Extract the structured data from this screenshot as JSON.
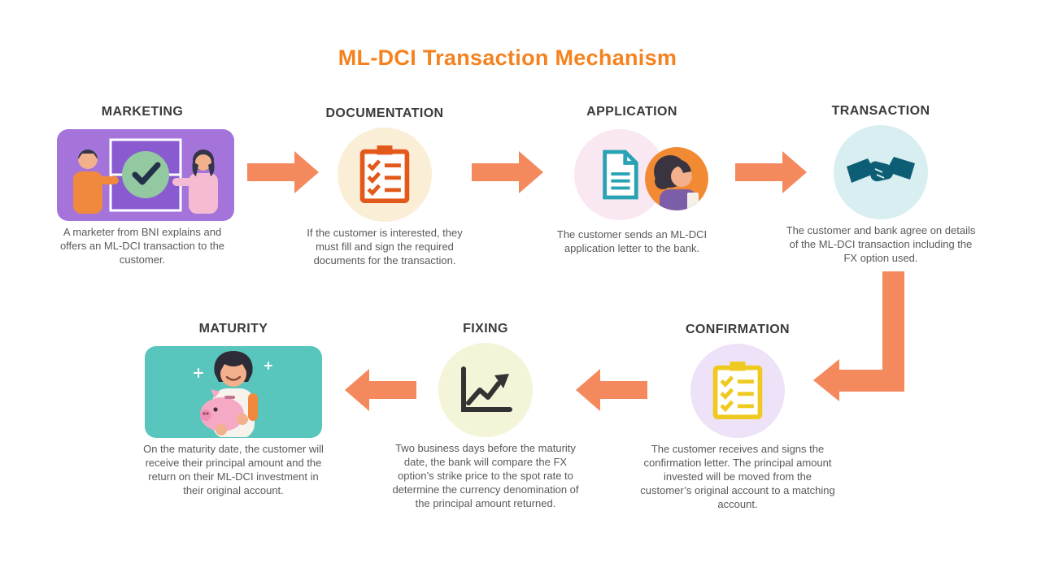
{
  "title": "ML-DCI Transaction Mechanism",
  "colors": {
    "accent": "#F5821F",
    "arrow": "#F5895E",
    "heading": "#3B3B3B",
    "body": "#58595B",
    "marketing-bg": "#A474DB",
    "doc-bg": "#FBEED6",
    "doc-icon": "#E2591B",
    "app-bg": "#F9E7F2",
    "app-icon": "#27A3B4",
    "avatar-bg": "#F28A33",
    "trans-bg": "#D8EEF0",
    "trans-icon": "#0D5E74",
    "conf-bg": "#EDE2F7",
    "conf-icon": "#EFC91F",
    "fix-bg": "#F3F4D8",
    "fix-icon": "#333333",
    "mat-bg": "#58C6BC"
  },
  "steps": [
    {
      "id": "marketing",
      "title": "MARKETING",
      "icon": "marketing-illustration",
      "description": "A marketer from BNI explains and offers an ML-DCI transaction to the customer."
    },
    {
      "id": "documentation",
      "title": "DOCUMENTATION",
      "icon": "checklist-icon",
      "description": "If the customer is interested, they must fill and sign the required documents for the transaction."
    },
    {
      "id": "application",
      "title": "APPLICATION",
      "icon": "document-icon",
      "description": "The customer sends an ML-DCI application letter to the bank."
    },
    {
      "id": "transaction",
      "title": "TRANSACTION",
      "icon": "handshake-icon",
      "description": "The customer and bank agree on details of the ML-DCI transaction including the FX option used."
    },
    {
      "id": "confirmation",
      "title": "CONFIRMATION",
      "icon": "checklist-icon",
      "description": "The customer receives and signs the confirmation letter. The principal amount invested will be moved from the customer’s original account to a matching account."
    },
    {
      "id": "fixing",
      "title": "FIXING",
      "icon": "line-chart-icon",
      "description": "Two business days before the maturity date, the bank will compare the FX option’s strike price to the spot rate to determine the currency denomination of the principal amount returned."
    },
    {
      "id": "maturity",
      "title": "MATURITY",
      "icon": "piggy-bank-illustration",
      "description": "On the maturity date, the customer will receive their principal amount and the return on their ML-DCI investment in their original account."
    }
  ]
}
